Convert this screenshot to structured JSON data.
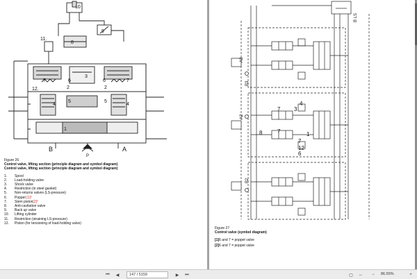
{
  "left_page": {
    "labels": {
      "n10": "10",
      "n9": "9",
      "n8": "8",
      "n11": "11.",
      "n7a": "7",
      "n6a": "6",
      "n3": "3",
      "n6b": "6",
      "n7b": "7",
      "n12": "12.",
      "n2a": "2",
      "n2b": "2",
      "n4a": "4",
      "n5a": "5",
      "n5b": "5",
      "n4b": "4",
      "n1": "1",
      "B": "B",
      "A": "A",
      "P": "P"
    },
    "figure_number": "Figure 26",
    "caption_1": "Control valve, lifting section (principle diagram and symbol diagram)",
    "caption_2": "Control valve, lifting section (principle diagram and symbol diagram)",
    "legend": [
      {
        "num": "1.",
        "text": "Spool"
      },
      {
        "num": "2.",
        "text": "Load-holding valve"
      },
      {
        "num": "3.",
        "text": "Shock valve"
      },
      {
        "num": "4.",
        "text": "Restriction (in steel gasket)"
      },
      {
        "num": "5.",
        "text": "Non-returns valves (LS-pressure)"
      },
      {
        "num": "6.",
        "text": "Poppet ",
        "ref": "[1]⁰"
      },
      {
        "num": "7.",
        "text": "Stem piston",
        "ref": "[2]⁰"
      },
      {
        "num": "8.",
        "text": "Anti-cavitation valve"
      },
      {
        "num": "9.",
        "text": "Back up valve"
      },
      {
        "num": "10.",
        "text": "Lifting cylinder"
      },
      {
        "num": "11.",
        "text": "Restriction (straining LS-pressure)"
      },
      {
        "num": "12.",
        "text": "Piston (for tensioning of load-holding valve)"
      }
    ]
  },
  "right_page": {
    "labels": {
      "bls": "B LS",
      "a3": "A3",
      "b3": "B3",
      "a2": "A2",
      "b2": "B2",
      "n7a": "7",
      "n3a": "3",
      "n4": "4",
      "n8": "8",
      "n1": "1",
      "n7b": "7",
      "n12": "12",
      "n6": "6",
      "n7c": "7"
    },
    "figure_number": "Figure 27",
    "caption": "Control valve (symbol diagram)",
    "note_1_ref": "[1]",
    "note_1": "6 and 7 = poppet valve",
    "note_2_ref": "[2]",
    "note_2": "6 and 7 = poppet valve"
  },
  "toolbar": {
    "page_value": "147 / 5159",
    "zoom": "86.55%",
    "icons": [
      "first-page-icon",
      "previous-page-icon",
      "next-page-icon",
      "last-page-icon",
      "fit-page-icon",
      "fit-width-icon",
      "zoom-out-icon",
      "zoom-in-icon"
    ]
  }
}
